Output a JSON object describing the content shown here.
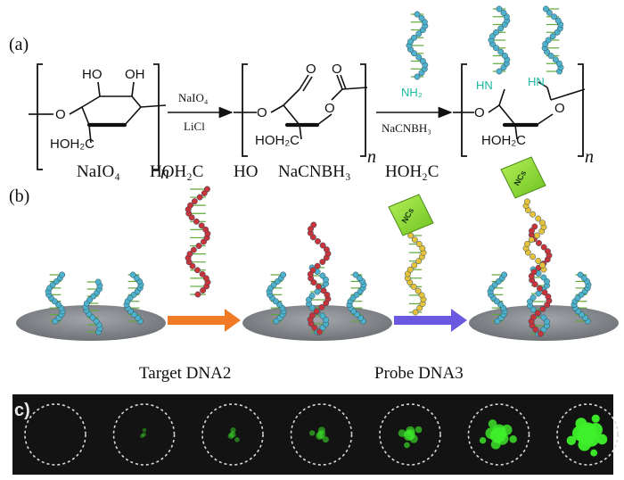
{
  "panel_a": {
    "label": "(a)",
    "unit1": {
      "substituents": [
        "HO",
        "OH",
        "O",
        "HOH₂C"
      ],
      "repeat": "n"
    },
    "arrow1": {
      "above": "NaIO₄",
      "below": "LiCl"
    },
    "unit2": {
      "substituents": [
        "O",
        "O",
        "O",
        "O",
        "HOH₂C"
      ],
      "repeat": "n"
    },
    "amine_label": "NH₂",
    "arrow2": {
      "below": "NaCNBH₃"
    },
    "unit3": {
      "substituents": [
        "HN",
        "HN",
        "O",
        "O",
        "HOH₂C"
      ],
      "repeat": "n"
    },
    "caption_row": [
      "NaIO₄",
      "HOH₂C",
      "HO",
      "NaCNBH₃",
      "HOH₂C"
    ]
  },
  "panel_b": {
    "label": "(b)",
    "step1": "Target DNA2",
    "step2": "Probe DNA3",
    "nanocluster_label": "NCs",
    "colors": {
      "capture_strand": "#4fb2cc",
      "target_strand": "#c8343a",
      "probe_strand": "#e6c23a",
      "base_pairs": "#5fa83a",
      "arrow1": "#f07a26",
      "arrow2": "#6a58e0",
      "nanocluster": "#8fe03a",
      "substrate": "#8c8f94"
    }
  },
  "panel_c": {
    "label": "c)",
    "wells": 7,
    "intensity": [
      0.0,
      0.05,
      0.18,
      0.3,
      0.45,
      0.75,
      1.0
    ],
    "colors": {
      "background": "#121312",
      "well_border": "#d8d8d8",
      "fluorescence": "#3ef02a"
    }
  }
}
